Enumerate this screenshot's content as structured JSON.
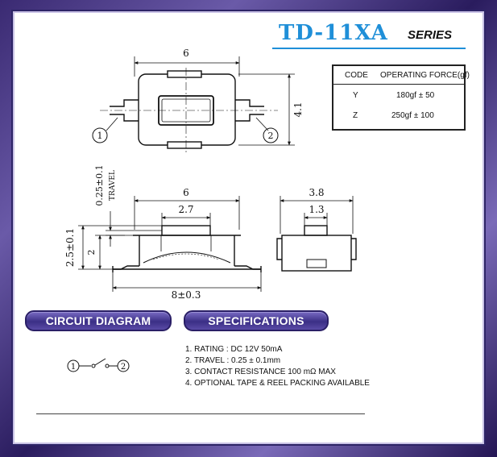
{
  "header": {
    "title_main": "TD-11XA",
    "title_sub": "SERIES"
  },
  "force_table": {
    "columns": [
      "CODE",
      "OPERATING FORCE(gf)"
    ],
    "rows": [
      {
        "code": "Y",
        "force": "180gf ± 50"
      },
      {
        "code": "Z",
        "force": "250gf ± 100"
      }
    ]
  },
  "drawing": {
    "top_width": "6",
    "top_height": "4.1",
    "terminal_1": "1",
    "terminal_2": "2",
    "travel": "0.25±0.1",
    "travel_label": "TRAVEL",
    "front_width": "6",
    "front_cap": "2.7",
    "front_height": "2.5±0.1",
    "front_body": "2",
    "front_total": "8±0.3",
    "side_width": "3.8",
    "side_cap": "1.3"
  },
  "sections": {
    "circuit_label": "CIRCUIT DIAGRAM",
    "specs_label": "SPECIFICATIONS"
  },
  "circuit": {
    "node_1": "1",
    "node_2": "2"
  },
  "specifications": [
    "1. RATING : DC 12V 50mA",
    "2. TRAVEL : 0.25 ± 0.1mm",
    "3. CONTACT RESISTANCE 100 mΩ MAX",
    "4. OPTIONAL TAPE & REEL PACKING AVAILABLE"
  ]
}
